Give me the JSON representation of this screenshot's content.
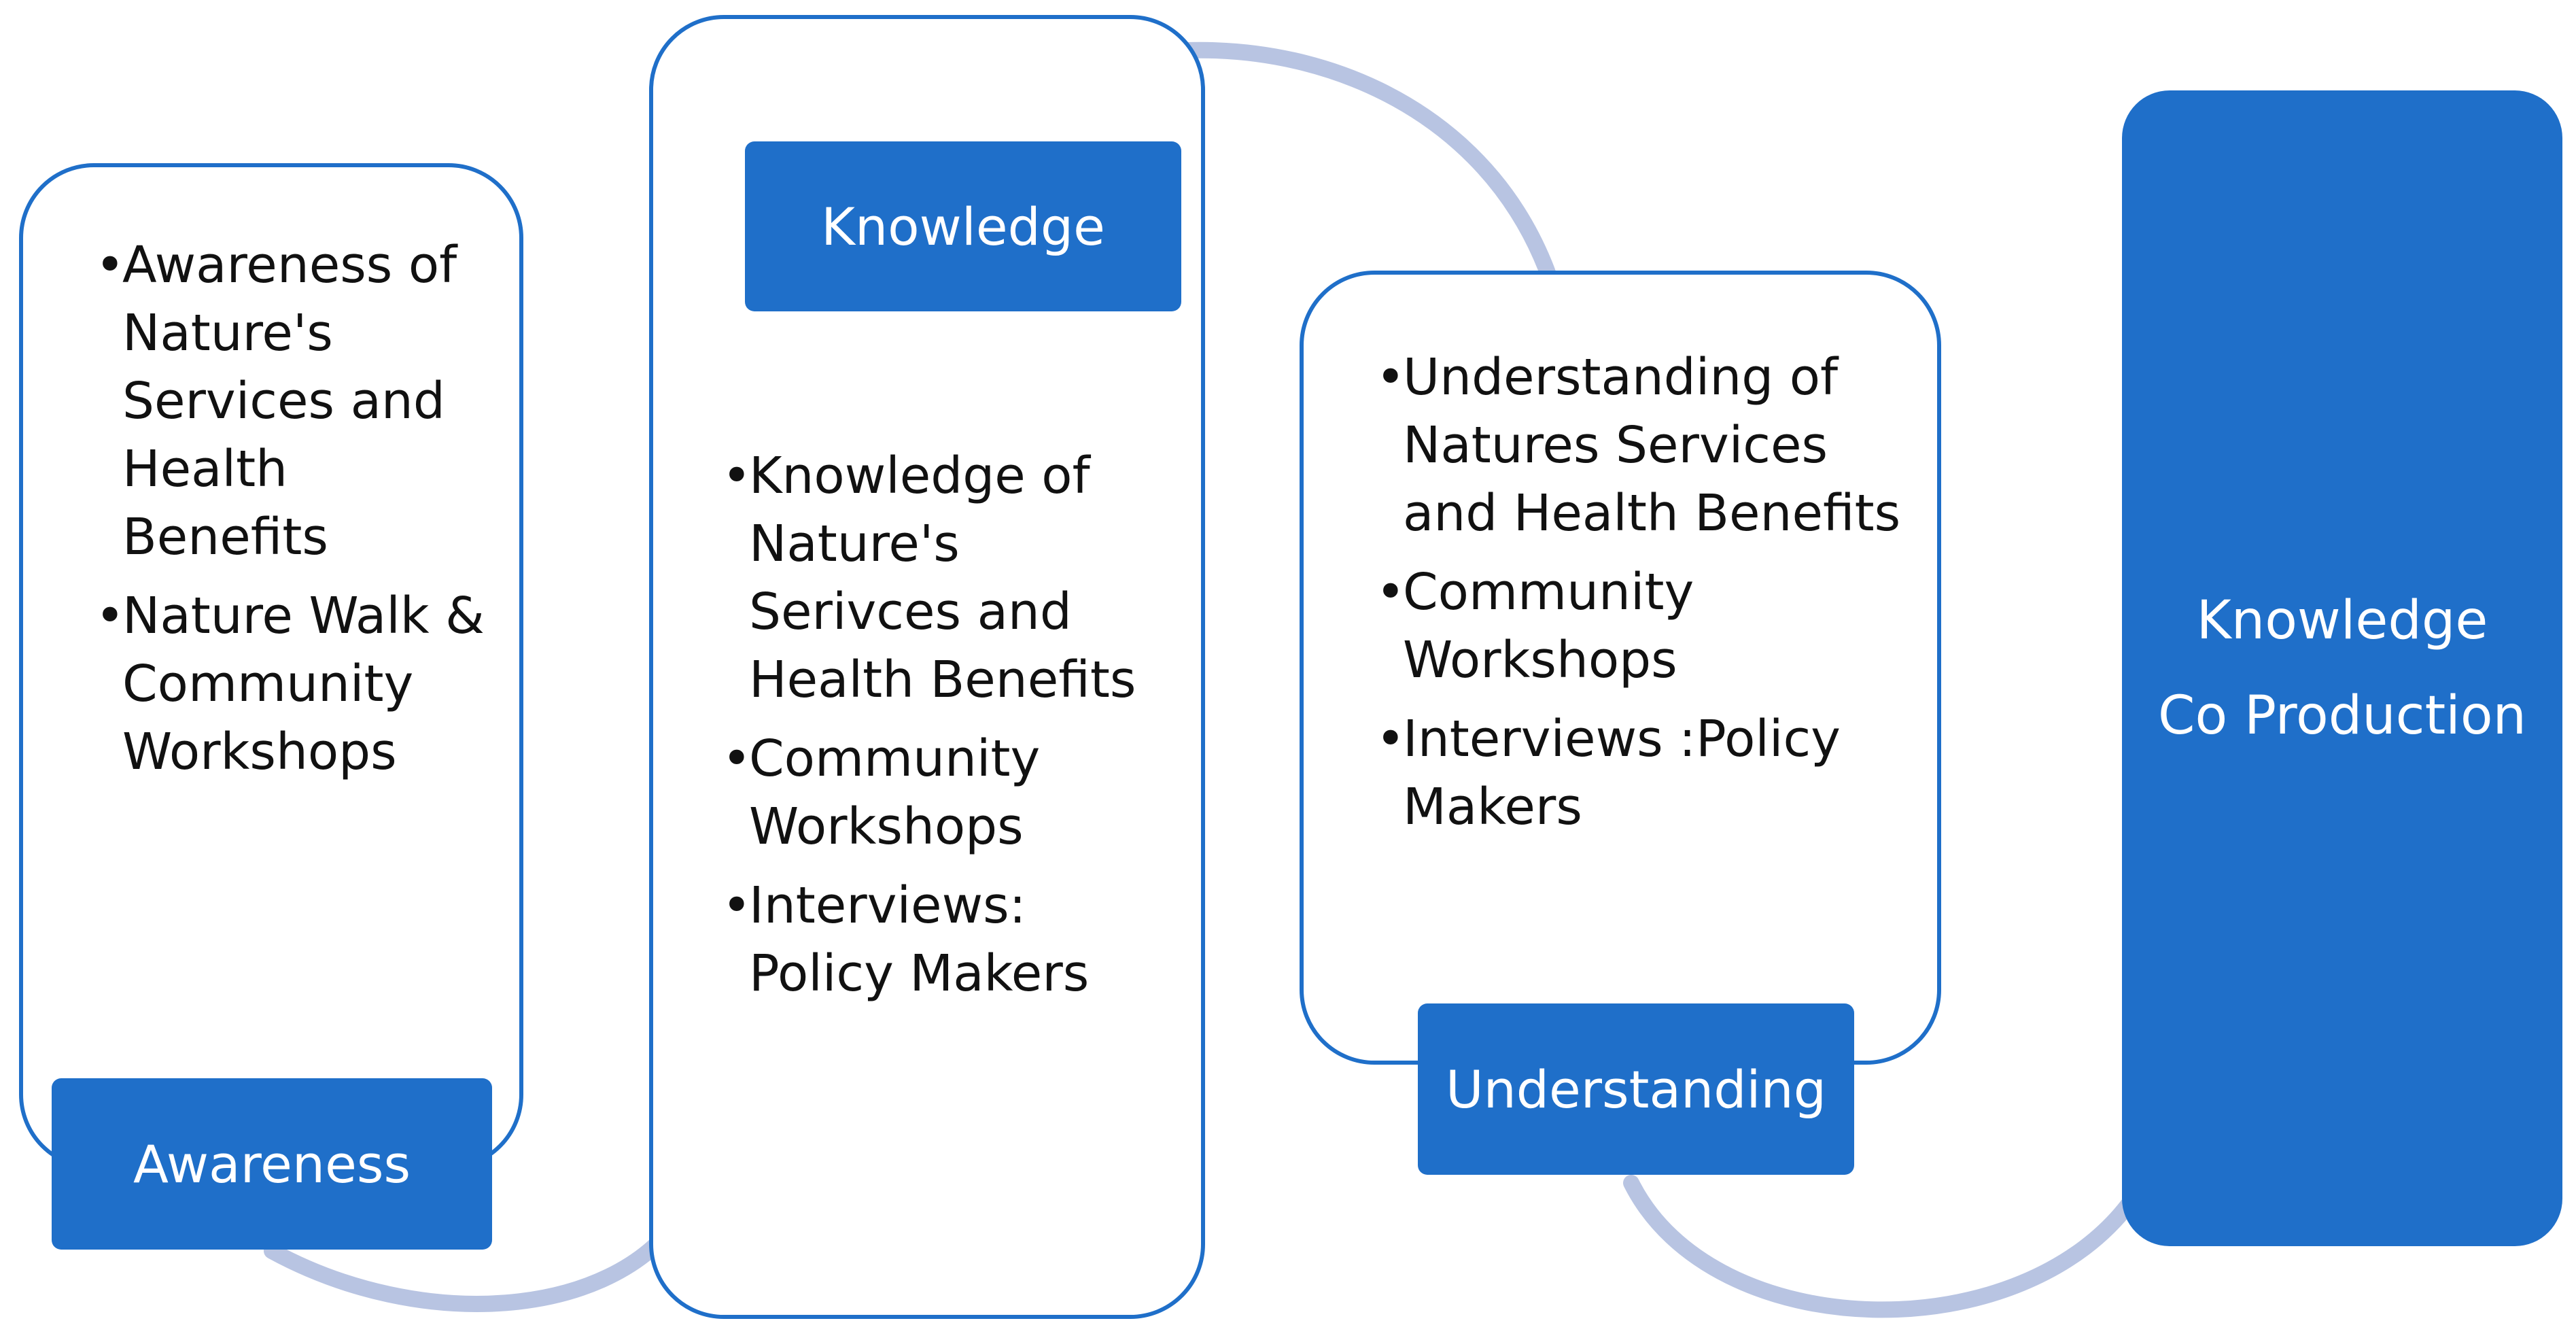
{
  "colors": {
    "accent": "#1f6fc9",
    "connector": "#b8c4e2",
    "text": "#111111",
    "label_text": "#ffffff"
  },
  "stages": [
    {
      "label": "Awareness",
      "items": [
        "Awareness of Nature's Services and Health Benefits",
        "Nature Walk & Community Workshops"
      ]
    },
    {
      "label": "Knowledge",
      "items": [
        "Knowledge of Nature's Serivces and Health Benefits",
        "Community Workshops",
        "Interviews: Policy Makers"
      ]
    },
    {
      "label": "Understanding",
      "items": [
        "Understanding of Natures Services and Health Benefits",
        "Community Workshops",
        "Interviews :Policy Makers"
      ]
    }
  ],
  "outcome": {
    "line1": "Knowledge",
    "line2": "Co Production"
  }
}
